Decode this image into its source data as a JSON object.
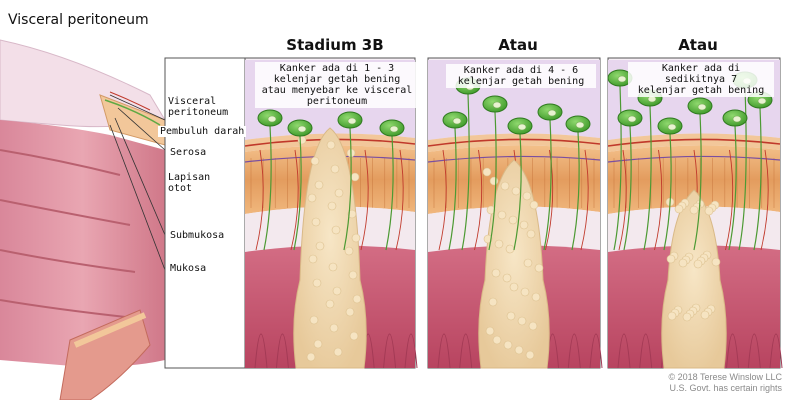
{
  "figure": {
    "top_label": "Visceral peritoneum",
    "panels": [
      {
        "title": "Stadium 3B",
        "caption": [
          "Kanker ada di 1 - 3",
          "kelenjar getah bening",
          "atau menyebar ke visceral",
          "peritoneum"
        ]
      },
      {
        "title": "Atau",
        "caption": [
          "Kanker ada di 4 - 6",
          "kelenjar getah bening"
        ]
      },
      {
        "title": "Atau",
        "caption": [
          "Kanker ada di",
          "sedikitnya 7",
          "kelenjar getah bening"
        ]
      }
    ],
    "layer_labels": [
      [
        "Visceral",
        "peritoneum"
      ],
      [
        "Pembuluh darah"
      ],
      [
        "Serosa"
      ],
      [
        "Lapisan",
        "otot"
      ],
      [
        "Submukosa"
      ],
      [
        "Mukosa"
      ]
    ],
    "copyright": [
      "© 2018 Terese Winslow LLC",
      "U.S. Govt. has certain rights"
    ]
  },
  "colors": {
    "peritoneum": "#e7d6ee",
    "serosa": "#f2c79a",
    "muscle": "#d98a52",
    "submucosa": "#f3e9ee",
    "mucosa": "#c9576f",
    "tumor": "#efd8b0",
    "node": "#58b13d",
    "vessel": "#c0392b",
    "nerve": "#4c9a33"
  }
}
